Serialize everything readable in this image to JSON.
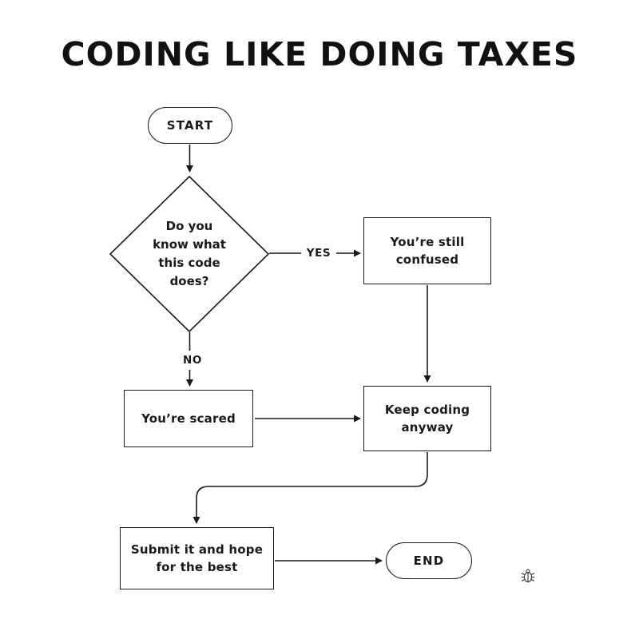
{
  "title": "CODING LIKE DOING TAXES",
  "nodes": {
    "start": {
      "label": "START"
    },
    "decision": {
      "label": "Do you\nknow what\nthis code\ndoes?"
    },
    "confused": {
      "label": "You’re still\nconfused"
    },
    "scared": {
      "label": "You’re scared"
    },
    "keep_coding": {
      "label": "Keep coding\nanyway"
    },
    "submit": {
      "label": "Submit it and hope\nfor the best"
    },
    "end": {
      "label": "END"
    }
  },
  "edge_labels": {
    "yes": "YES",
    "no": "NO"
  },
  "icons": {
    "bug": "bug-icon"
  },
  "colors": {
    "background": "#ffffff",
    "line": "#1a1a1a",
    "text": "#1a1a1a"
  }
}
